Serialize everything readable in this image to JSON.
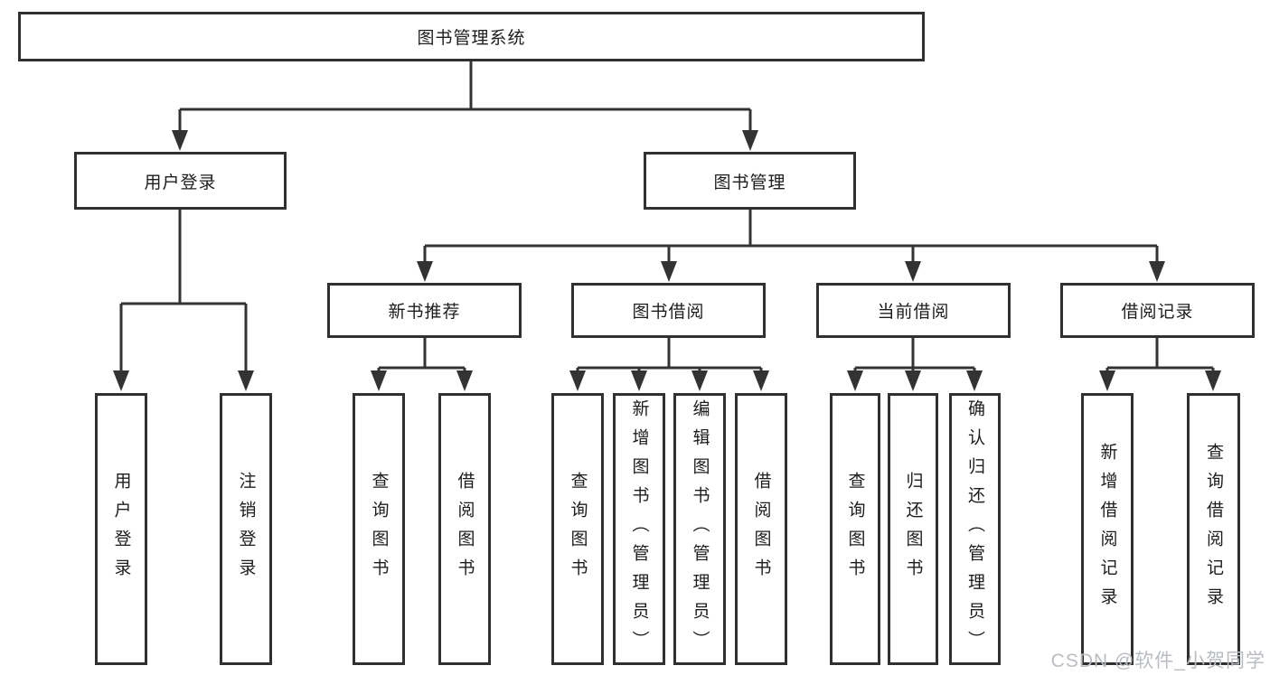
{
  "diagram": {
    "tree": {
      "label": "图书管理系统",
      "children": [
        {
          "label": "用户登录",
          "children": [
            {
              "label": "用户登录"
            },
            {
              "label": "注销登录"
            }
          ]
        },
        {
          "label": "图书管理",
          "children": [
            {
              "label": "新书推荐",
              "children": [
                {
                  "label": "查询图书"
                },
                {
                  "label": "借阅图书"
                }
              ]
            },
            {
              "label": "图书借阅",
              "children": [
                {
                  "label": "查询图书"
                },
                {
                  "label": "新增图书（管理员）"
                },
                {
                  "label": "编辑图书（管理员）"
                },
                {
                  "label": "借阅图书"
                }
              ]
            },
            {
              "label": "当前借阅",
              "children": [
                {
                  "label": "查询图书"
                },
                {
                  "label": "归还图书"
                },
                {
                  "label": "确认归还（管理员）"
                }
              ]
            },
            {
              "label": "借阅记录",
              "children": [
                {
                  "label": "新增借阅记录"
                },
                {
                  "label": "查询借阅记录"
                }
              ]
            }
          ]
        }
      ]
    },
    "colors": {
      "line": "#333333",
      "box_border": "#303030",
      "text": "#1d1d1f",
      "background": "#ffffff",
      "watermark": "#b9bdc2"
    }
  },
  "watermark": {
    "text": "CSDN @软件_小贺同学"
  }
}
